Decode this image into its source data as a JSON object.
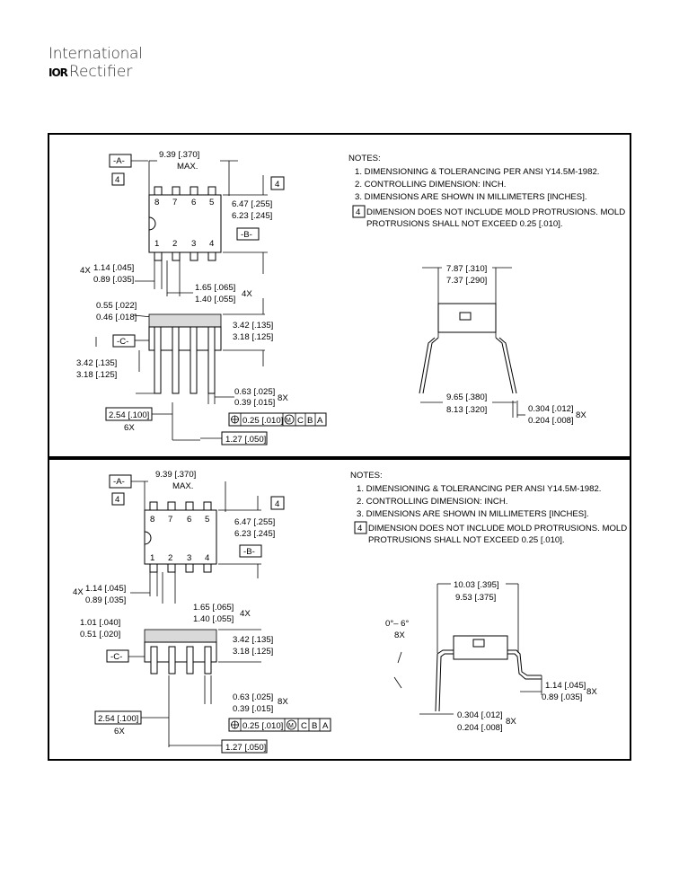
{
  "logo": {
    "line1": "International",
    "mark": "IOR",
    "line2": "Rectifier"
  },
  "panel1": {
    "notes_title": "NOTES:",
    "notes": [
      "1. DIMENSIONING & TOLERANCING PER ANSI Y14.5M-1982.",
      "2. CONTROLLING DIMENSION: INCH.",
      "3. DIMENSIONS ARE SHOWN IN MILLIMETERS [INCHES].",
      "DIMENSION DOES NOT INCLUDE MOLD PROTRUSIONS. MOLD",
      "PROTRUSIONS SHALL NOT EXCEED 0.25 [.010]."
    ],
    "note4_num": "4",
    "datum_a": "-A-",
    "datum_b": "-B-",
    "datum_c": "-C-",
    "flag": "4",
    "pins_top": [
      "8",
      "7",
      "6",
      "5"
    ],
    "pins_bottom": [
      "1",
      "2",
      "3",
      "4"
    ],
    "len_a": "9.39 [.370]",
    "len_b": "MAX.",
    "wid_a": "6.47 [.255]",
    "wid_b": "6.23 [.245]",
    "lead_a": "1.14 [.045]",
    "lead_b": "0.89 [.035]",
    "lead_x": "4X",
    "sh_a": "1.65 [.065]",
    "sh_b": "1.40 [.055]",
    "sh_x": "4X",
    "st_a": "0.55 [.022]",
    "st_b": "0.46 [.018]",
    "bh_a": "3.42 [.135]",
    "bh_b": "3.18 [.125]",
    "ll_a": "3.42 [.135]",
    "ll_b": "3.18 [.125]",
    "lw_a": "0.63 [.025]",
    "lw_b": "0.39 [.015]",
    "lw_x": "8X",
    "pitch": "2.54 [.100]",
    "pitch_x": "6X",
    "fcf_tol": "0.25 [.010]",
    "fcf_m": "M",
    "fcf_c": "C",
    "fcf_b": "B",
    "fcf_a": "A",
    "bot": "1.27 [.050]",
    "sw_a": "7.87 [.310]",
    "sw_b": "7.37 [.290]",
    "sl_a": "9.65 [.380]",
    "sl_b": "8.13 [.320]",
    "st2_a": "0.304 [.012]",
    "st2_b": "0.204 [.008]",
    "st2_x": "8X"
  },
  "panel2": {
    "notes_title": "NOTES:",
    "notes": [
      "1. DIMENSIONING & TOLERANCING PER ANSI Y14.5M-1982.",
      "2. CONTROLLING DIMENSION: INCH.",
      "3. DIMENSIONS ARE SHOWN IN MILLIMETERS [INCHES].",
      "DIMENSION DOES NOT INCLUDE MOLD PROTRUSIONS. MOLD",
      "PROTRUSIONS SHALL NOT EXCEED 0.25 [.010]."
    ],
    "note4_num": "4",
    "datum_a": "-A-",
    "datum_b": "-B-",
    "datum_c": "-C-",
    "flag": "4",
    "pins_top": [
      "8",
      "7",
      "6",
      "5"
    ],
    "pins_bottom": [
      "1",
      "2",
      "3",
      "4"
    ],
    "len_a": "9.39 [.370]",
    "len_b": "MAX.",
    "wid_a": "6.47 [.255]",
    "wid_b": "6.23 [.245]",
    "lead_a": "1.14 [.045]",
    "lead_b": "0.89 [.035]",
    "lead_x": "4X",
    "sh_a": "1.65 [.065]",
    "sh_b": "1.40 [.055]",
    "sh_x": "4X",
    "so_a": "1.01 [.040]",
    "so_b": "0.51 [.020]",
    "bh_a": "3.42 [.135]",
    "bh_b": "3.18 [.125]",
    "lw_a": "0.63 [.025]",
    "lw_b": "0.39 [.015]",
    "lw_x": "8X",
    "pitch": "2.54 [.100]",
    "pitch_x": "6X",
    "fcf_tol": "0.25 [.010]",
    "fcf_m": "M",
    "fcf_c": "C",
    "fcf_b": "B",
    "fcf_a": "A",
    "bot": "1.27 [.050]",
    "sw_a": "10.03 [.395]",
    "sw_b": "9.53 [.375]",
    "ang_a": "0°– 6°",
    "ang_x": "8X",
    "gl_a": "1.14 [.045]",
    "gl_b": "0.89 [.035]",
    "gl_x": "8X",
    "st2_a": "0.304 [.012]",
    "st2_b": "0.204 [.008]",
    "st2_x": "8X"
  }
}
